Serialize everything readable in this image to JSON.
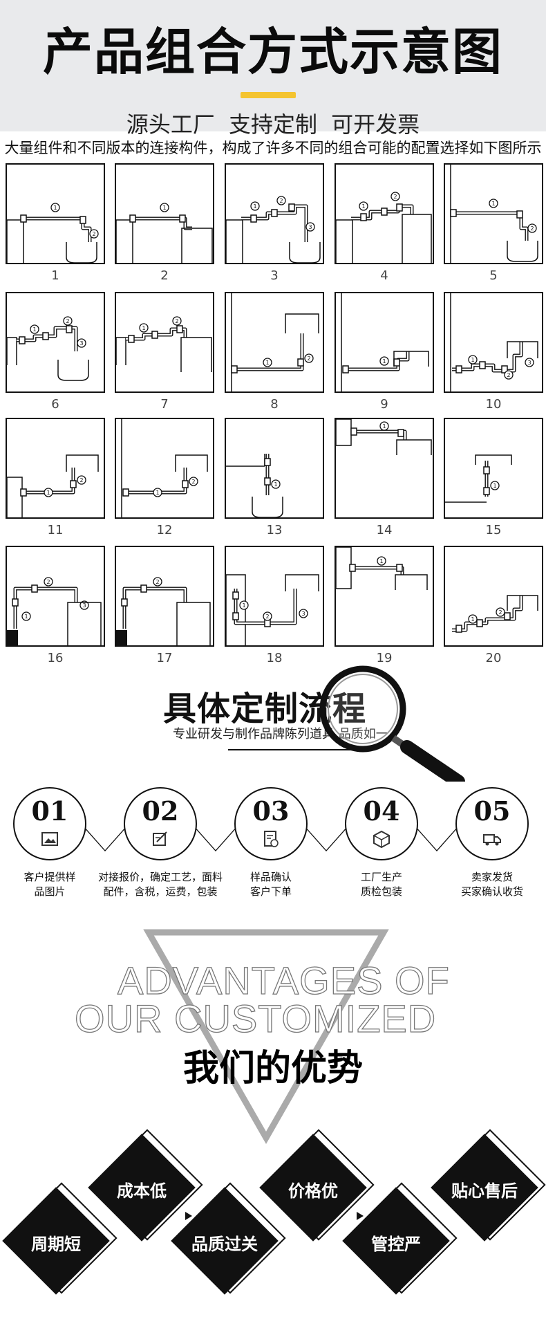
{
  "header": {
    "title": "产品组合方式示意图",
    "subtitle": "源头工厂   支持定制   可开发票",
    "accent_color": "#f4c430",
    "intro": "大量组件和不同版本的连接构件，构成了许多不同的组合可能的配置选择如下图所示"
  },
  "configs": {
    "labels": [
      "1",
      "2",
      "3",
      "4",
      "5",
      "6",
      "7",
      "8",
      "9",
      "10",
      "11",
      "12",
      "13",
      "14",
      "15",
      "16",
      "17",
      "18",
      "19",
      "20"
    ]
  },
  "process": {
    "title": "具体定制流程",
    "subtitle": "专业研发与制作品牌陈列道具 品质如一",
    "steps": [
      {
        "num": "01",
        "icon": "image-icon",
        "label_line1": "客户提供样",
        "label_line2": "品图片"
      },
      {
        "num": "02",
        "icon": "edit-icon",
        "label_line1": "对接报价，确定工艺，面料",
        "label_line2": "配件，含税，运费，包装"
      },
      {
        "num": "03",
        "icon": "invoice-icon",
        "label_line1": "样品确认",
        "label_line2": "客户下单"
      },
      {
        "num": "04",
        "icon": "box-icon",
        "label_line1": "工厂生产",
        "label_line2": "质检包装"
      },
      {
        "num": "05",
        "icon": "truck-icon",
        "label_line1": "卖家发货",
        "label_line2": "买家确认收货"
      }
    ]
  },
  "advantages": {
    "line1": "ADVANTAGES OF",
    "line2": "OUR CUSTOMIZED",
    "title": "我们的优势",
    "items": [
      "周期短",
      "成本低",
      "品质过关",
      "价格优",
      "管控严",
      "贴心售后"
    ]
  }
}
